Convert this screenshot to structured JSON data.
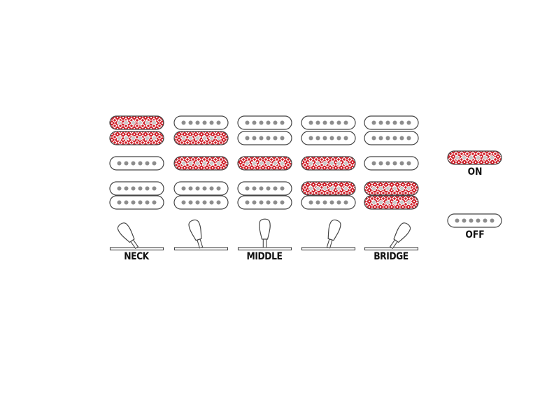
{
  "colors": {
    "on_fill": "#d0202a",
    "off_fill": "#ffffff",
    "outline": "#444444",
    "pole": "#8c8c8c",
    "pole_on": "#c9c9c9",
    "switch_fill": "#ffffff",
    "text": "#111111"
  },
  "positions": [
    {
      "id": "pos-1",
      "label": "NECK",
      "switch_angle": -35,
      "pickups": {
        "neck": [
          "on",
          "on"
        ],
        "middle": "off",
        "bridge": [
          "off",
          "off"
        ]
      }
    },
    {
      "id": "pos-2",
      "label": "",
      "switch_angle": -17,
      "pickups": {
        "neck": [
          "off",
          "on"
        ],
        "middle": "on",
        "bridge": [
          "off",
          "off"
        ]
      }
    },
    {
      "id": "pos-3",
      "label": "MIDDLE",
      "switch_angle": 0,
      "pickups": {
        "neck": [
          "off",
          "off"
        ],
        "middle": "on",
        "bridge": [
          "off",
          "off"
        ]
      }
    },
    {
      "id": "pos-4",
      "label": "",
      "switch_angle": 17,
      "pickups": {
        "neck": [
          "off",
          "off"
        ],
        "middle": "on",
        "bridge": [
          "on",
          "off"
        ]
      }
    },
    {
      "id": "pos-5",
      "label": "BRIDGE",
      "switch_angle": 35,
      "pickups": {
        "neck": [
          "off",
          "off"
        ],
        "middle": "off",
        "bridge": [
          "on",
          "on"
        ]
      }
    }
  ],
  "legend": {
    "on_label": "ON",
    "off_label": "OFF"
  }
}
